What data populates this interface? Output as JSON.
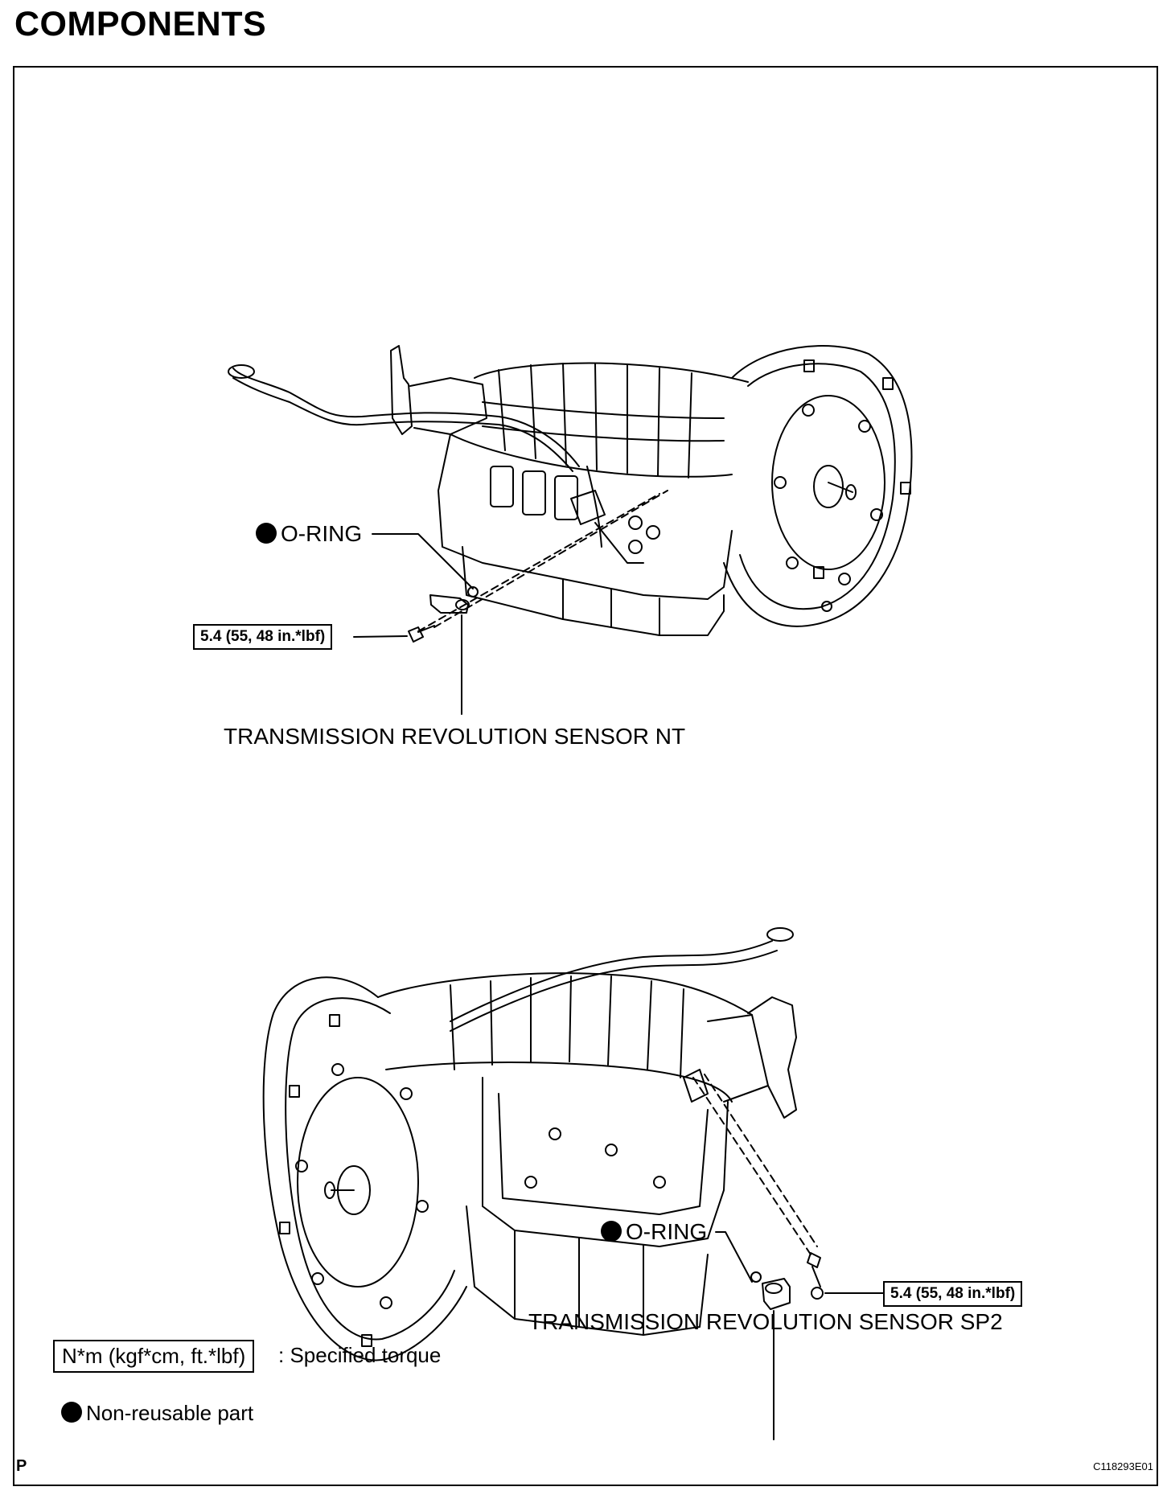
{
  "page": {
    "title": "COMPONENTS",
    "page_letter": "P",
    "figure_code": "C118293E01"
  },
  "top_view": {
    "oring_label": "O-RING",
    "torque_label": "5.4 (55, 48 in.*lbf)",
    "sensor_label": "TRANSMISSION REVOLUTION SENSOR NT"
  },
  "bottom_view": {
    "oring_label": "O-RING",
    "torque_label": "5.4 (55, 48 in.*lbf)",
    "sensor_label": "TRANSMISSION REVOLUTION SENSOR SP2"
  },
  "legend": {
    "torque_unit": "N*m (kgf*cm, ft.*lbf)",
    "torque_desc": ": Specified torque",
    "nonreusable_desc": "Non-reusable part"
  }
}
